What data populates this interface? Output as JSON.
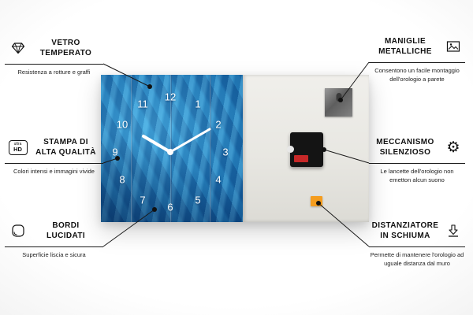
{
  "callouts": {
    "left": [
      {
        "title": "VETRO TEMPERATO",
        "subtitle": "Resistenza a rotture e graffi"
      },
      {
        "title": "STAMPA DI ALTA QUALITÀ",
        "subtitle": "Colori intensi e immagini vivide"
      },
      {
        "title": "BORDI LUCIDATI",
        "subtitle": "Superficie liscia e sicura"
      }
    ],
    "right": [
      {
        "title": "MANIGLIE METALLICHE",
        "subtitle": "Consentono un facile montaggio dell'orologio a parete"
      },
      {
        "title": "MECCANISMO SILENZIOSO",
        "subtitle": "Le lancette dell'orologio non emetton alcun suono"
      },
      {
        "title": "DISTANZIATORE IN SCHIUMA",
        "subtitle": "Permette di mantenere l'orologio ad uguale distanza dal muro"
      }
    ]
  },
  "badge": {
    "top": "ultra",
    "bottom": "HD"
  },
  "icons": {
    "gear": "⚙"
  },
  "clock": {
    "numbers": [
      "12",
      "1",
      "2",
      "3",
      "4",
      "5",
      "6",
      "7",
      "8",
      "9",
      "10",
      "11"
    ],
    "face_color": "#1e74b4",
    "hand_color": "#ffffff",
    "foam_color": "#f59d1e",
    "battery_color": "#c62828"
  }
}
